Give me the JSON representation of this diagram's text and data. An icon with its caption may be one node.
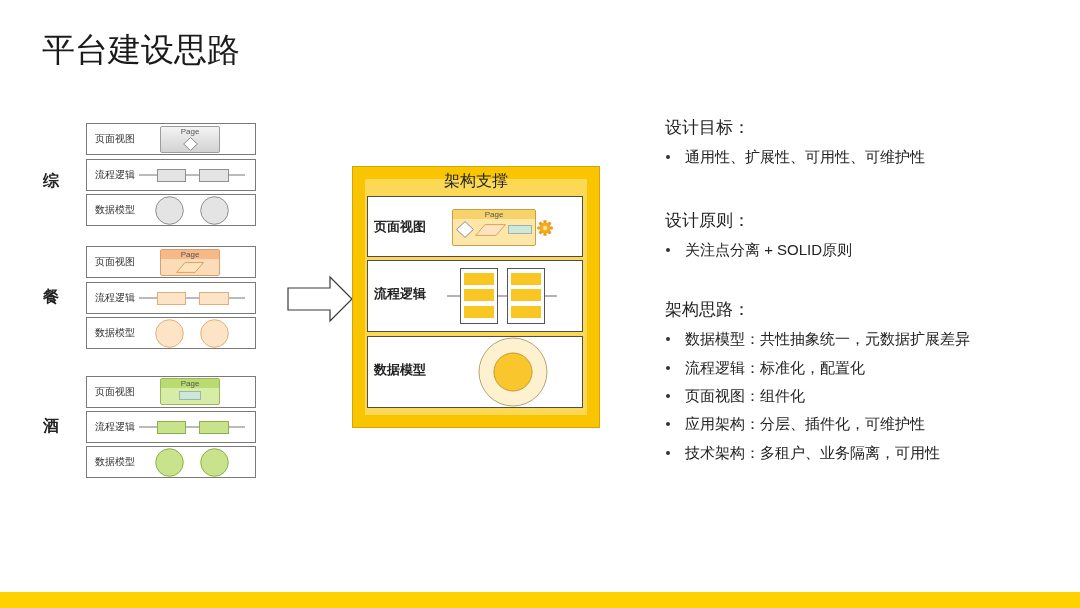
{
  "diagram": {
    "title": "平台建设思路",
    "nodes": [
      {
        "text": [
          "页面视图"
        ]
      },
      {
        "text": [
          "Page"
        ],
        "in": 0
      },
      {
        "text": [
          "流程逻辑"
        ]
      },
      {
        "text": [
          "数据模型"
        ]
      },
      {
        "text": [
          "页面视图"
        ]
      },
      {
        "text": [
          "Page"
        ],
        "in": 4
      },
      {
        "text": [
          "流程逻辑"
        ]
      },
      {
        "text": [
          "数据模型"
        ]
      },
      {
        "text": [
          "页面视图"
        ]
      },
      {
        "text": [
          "Page"
        ],
        "in": 8
      },
      {
        "text": [
          "流程逻辑"
        ]
      },
      {
        "text": [
          "数据模型"
        ]
      },
      {
        "text": [
          "架构支撑"
        ]
      },
      {
        "text": [
          "页面视图"
        ],
        "in": 12
      },
      {
        "text": [
          "Page"
        ],
        "in": 13
      },
      {
        "text": [
          "流程逻辑"
        ],
        "in": 12
      },
      {
        "text": [
          "数据模型"
        ],
        "in": 12
      }
    ],
    "edges": [
      {
        "from": null,
        "to": 12,
        "arrow": "to"
      }
    ],
    "labels": [
      "综",
      "餐",
      "酒",
      "设计目标：",
      "通用性、扩展性、可用性、可维护性",
      "设计原则：",
      "关注点分离 + SOLID原则",
      "架构思路：",
      "数据模型：共性抽象统一，元数据扩展差异",
      "流程逻辑：标准化，配置化",
      "页面视图：组件化",
      "应用架构：分层、插件化，可维护性",
      "技术架构：多租户、业务隔离，可用性"
    ]
  }
}
